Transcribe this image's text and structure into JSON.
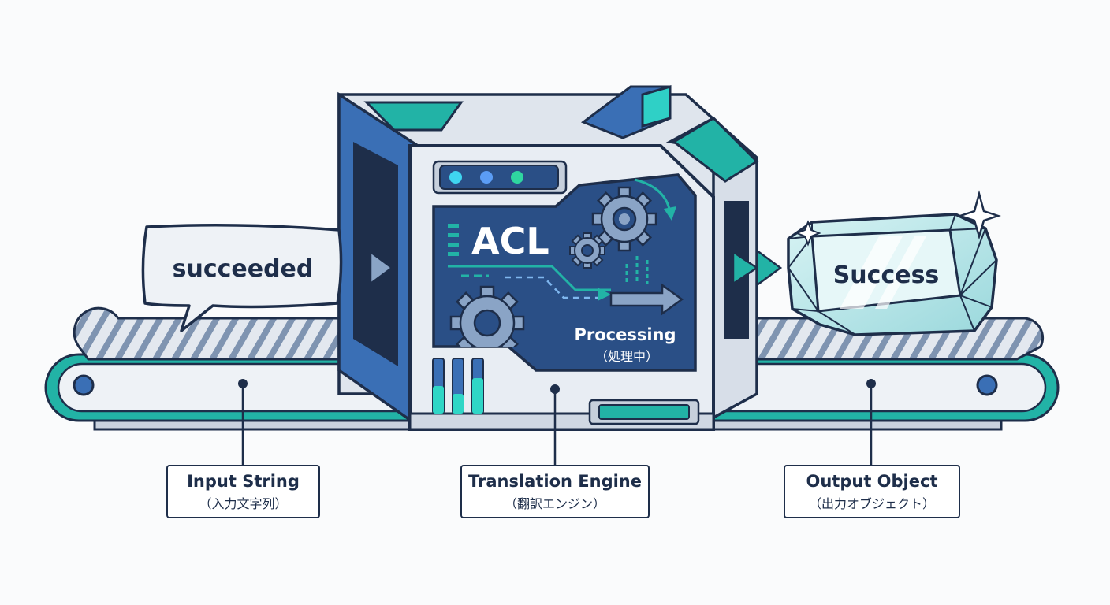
{
  "machine": {
    "title": "ACL",
    "status": "Processing",
    "status_sub": "（処理中）"
  },
  "input": {
    "bubble_text": "succeeded"
  },
  "output": {
    "gem_text": "Success"
  },
  "labels": {
    "input": {
      "title": "Input String",
      "sub": "（入力文字列）"
    },
    "engine": {
      "title": "Translation Engine",
      "sub": "（翻訳エンジン）"
    },
    "output": {
      "title": "Output Object",
      "sub": "（出力オブジェクト）"
    }
  },
  "colors": {
    "navy": "#1e2e4a",
    "blue": "#3a6fb5",
    "teal": "#22b3a6",
    "screen": "#2a4f86",
    "light": "#e8edf3"
  }
}
